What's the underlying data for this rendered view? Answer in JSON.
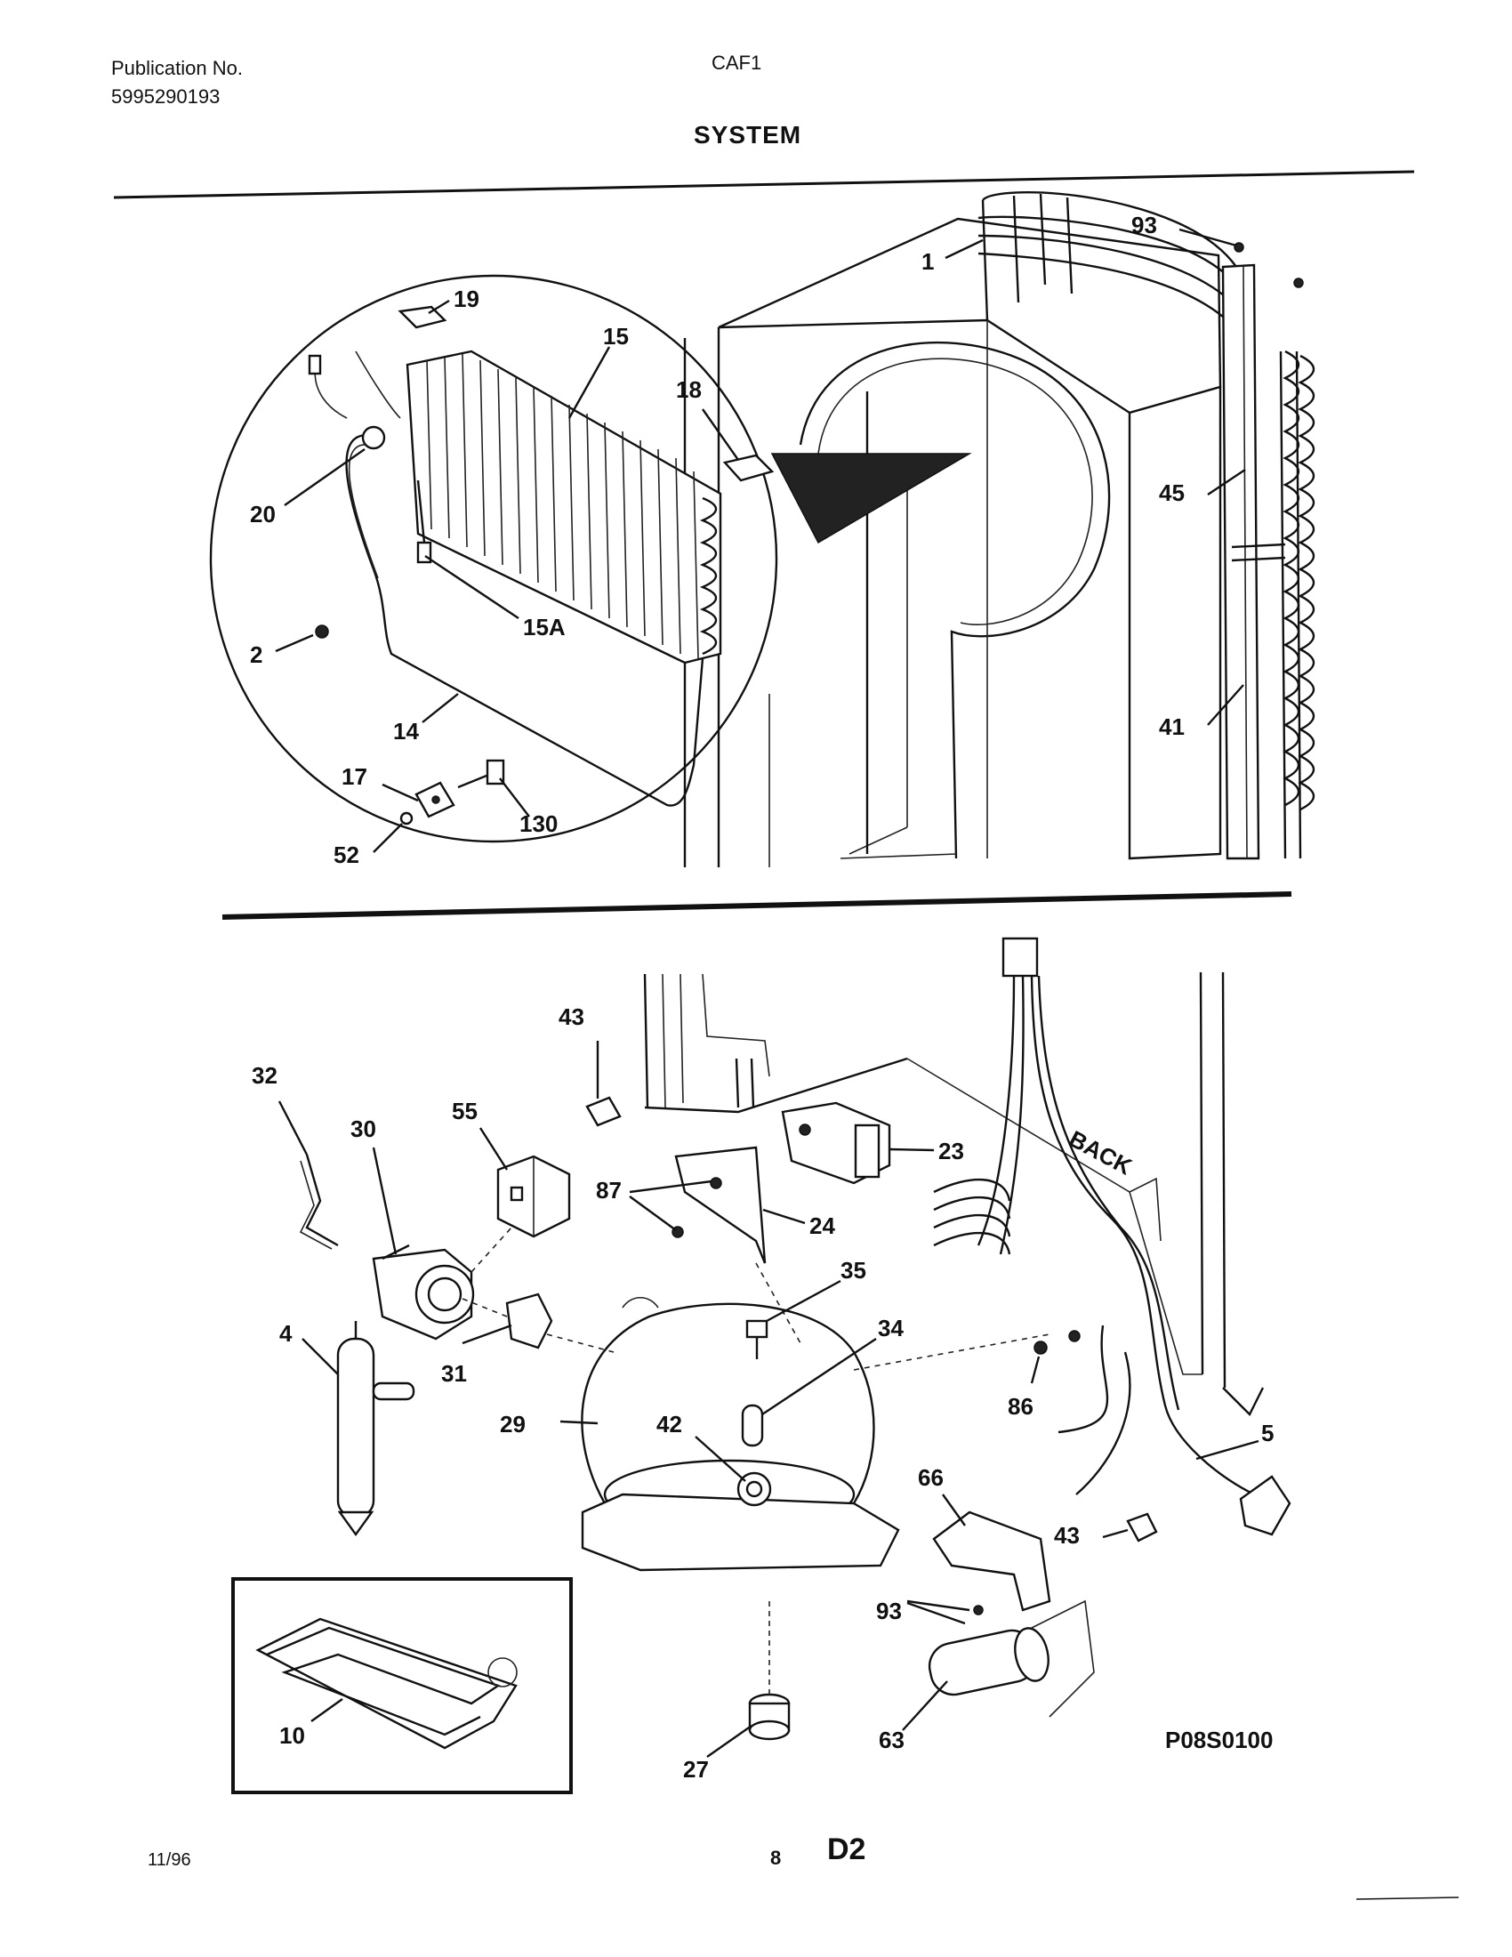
{
  "header": {
    "publication_label": "Publication No.",
    "publication_number": "5995290193",
    "model": "CAF1",
    "section_title": "SYSTEM"
  },
  "footer": {
    "date": "11/96",
    "page": "8",
    "code": "D2"
  },
  "diagram": {
    "reference_code": "P08S0100",
    "back_label": "BACK",
    "upper_labels": [
      "93",
      "1",
      "19",
      "15",
      "18",
      "20",
      "15A",
      "2",
      "14",
      "17",
      "130",
      "52",
      "45",
      "41"
    ],
    "lower_labels": [
      "43",
      "32",
      "30",
      "55",
      "87",
      "23",
      "24",
      "35",
      "4",
      "31",
      "34",
      "29",
      "42",
      "86",
      "5",
      "66",
      "43",
      "93",
      "10",
      "27",
      "63"
    ]
  }
}
